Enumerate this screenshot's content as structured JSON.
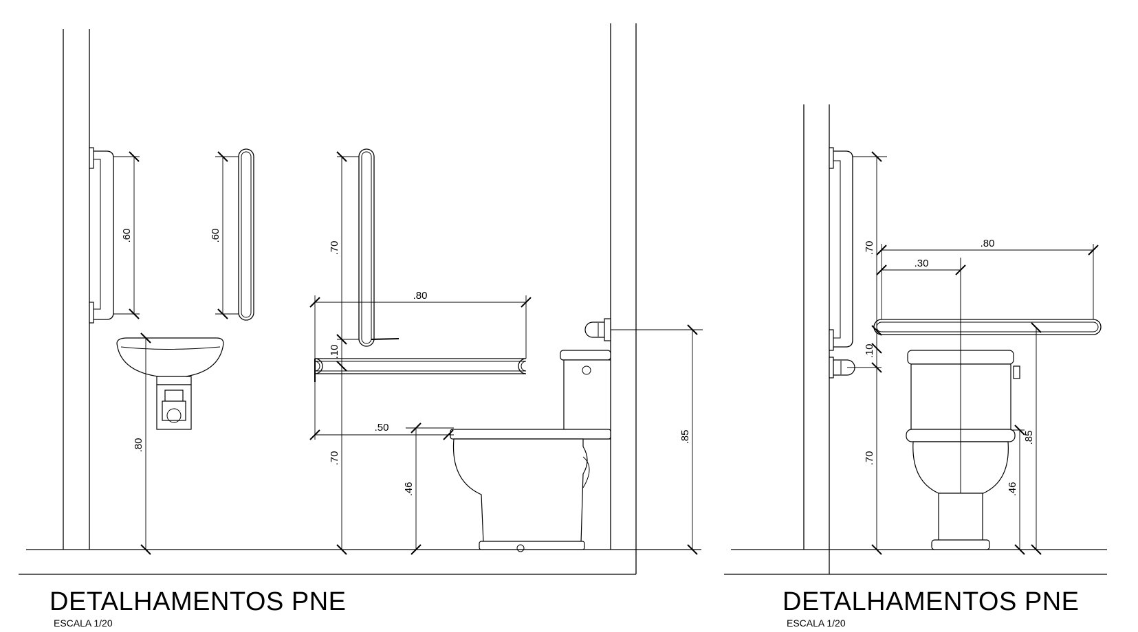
{
  "drawings": [
    {
      "title": "DETALHAMENTOS PNE",
      "scale": "ESCALA 1/20",
      "dimensions": {
        "bar_short_1": ".60",
        "bar_short_2": ".60",
        "bar_vertical": ".70",
        "bar_horizontal": ".80",
        "bar_gap": ".10",
        "offset": ".50",
        "floor_to_bar": ".70",
        "seat_height": ".46",
        "sink_height": ".80",
        "flush_height": ".85"
      }
    },
    {
      "title": "DETALHAMENTOS PNE",
      "scale": "ESCALA 1/20",
      "dimensions": {
        "bar_length": ".80",
        "bar_axis_offset": ".30",
        "bar_vertical": ".70",
        "bar_gap": ".10",
        "floor_to_bar": ".70",
        "seat_height": ".46",
        "flush_height": ".85"
      }
    }
  ]
}
